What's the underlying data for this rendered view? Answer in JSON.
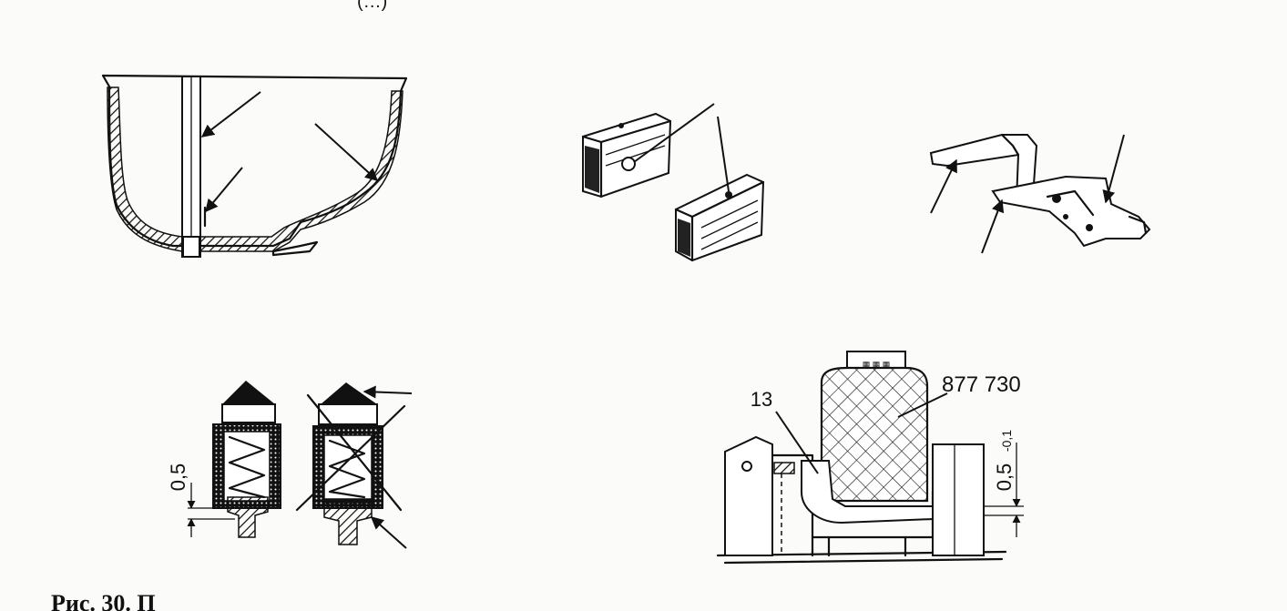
{
  "header": {
    "fragment": "(…)"
  },
  "figures": {
    "bowl": {
      "name": "float-chamber-section"
    },
    "floats": {
      "name": "float-pair"
    },
    "bracket": {
      "name": "float-lever-bracket"
    },
    "needle_valve": {
      "dimension_label": "0,5"
    },
    "float_gauge": {
      "label_13": "13",
      "gauge_label": "877 730",
      "dimension_label": "0,5",
      "tolerance_label": "-0,1"
    }
  },
  "caption": {
    "text": "Рис. 30. П"
  }
}
